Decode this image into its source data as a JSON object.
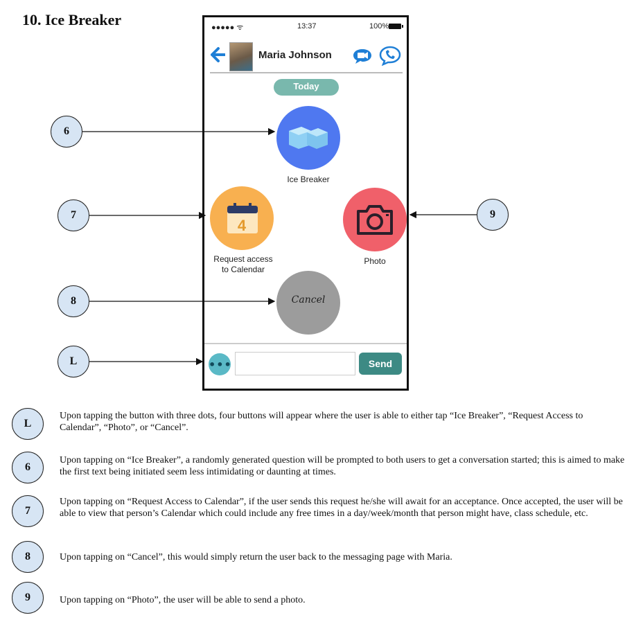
{
  "doc": {
    "title": "10. Ice Breaker"
  },
  "phone": {
    "status": {
      "signal": "●●●●● ᯤ",
      "time": "13:37",
      "battery": "100%"
    },
    "header": {
      "contact_name": "Maria Johnson"
    },
    "today": "Today",
    "buttons": {
      "ice_breaker": "Ice Breaker",
      "calendar_line1": "Request access",
      "calendar_line2": "to Calendar",
      "calendar_day": "4",
      "photo": "Photo",
      "cancel": "Cancel"
    },
    "input": {
      "dots": "•••",
      "send": "Send"
    }
  },
  "callouts": {
    "six": "6",
    "seven": "7",
    "eight": "8",
    "nine": "9",
    "L": "L"
  },
  "descriptions": [
    {
      "label": "L",
      "text": "Upon tapping the button with three dots, four buttons will appear where the user is able to either tap “Ice Breaker”, “Request Access to Calendar”, “Photo”, or “Cancel”."
    },
    {
      "label": "6",
      "text": "Upon tapping on “Ice Breaker”, a randomly generated question will be prompted to both users to get a conversation started; this is aimed to make the first text being initiated seem less intimidating or daunting at times."
    },
    {
      "label": "7",
      "text": "Upon tapping on “Request Access to Calendar”, if the user sends this request he/she will await for an acceptance. Once accepted, the user will be able to view that person’s Calendar which could include any free times in a day/week/month that person might have, class schedule, etc."
    },
    {
      "label": "8",
      "text": "Upon tapping on “Cancel”, this would simply return the user back to the messaging page with Maria."
    },
    {
      "label": "9",
      "text": "Upon tapping on “Photo”, the user will be able to send a photo."
    }
  ],
  "colors": {
    "ice": "#4f78f0",
    "calendar": "#f8b050",
    "photo": "#f0606a",
    "cancel": "#9c9c9c",
    "today": "#79b8ad",
    "send": "#3d8a84",
    "dots": "#5ab9c6",
    "callout_fill": "#d7e5f4",
    "header_icons": "#1f7fd6"
  }
}
